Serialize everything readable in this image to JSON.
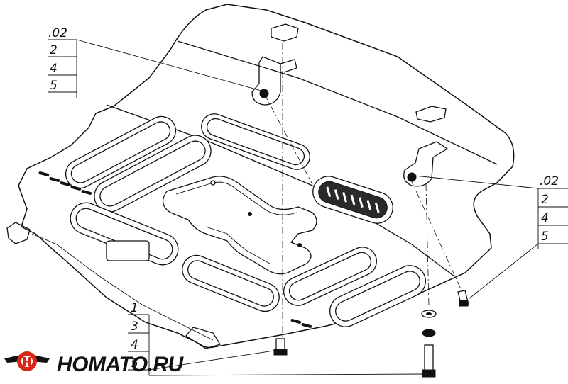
{
  "diagram": {
    "callout_groups": [
      {
        "id": "top-left",
        "labels": [
          ".02",
          "2",
          "4",
          "5"
        ]
      },
      {
        "id": "right",
        "labels": [
          ".02",
          "2",
          "4",
          "5"
        ]
      },
      {
        "id": "bottom-left",
        "labels": [
          "1",
          "3",
          "4",
          "5"
        ]
      }
    ]
  },
  "watermark": {
    "text": "HOMATO.RU",
    "colors": {
      "red": "#d62718",
      "black": "#111111"
    }
  }
}
